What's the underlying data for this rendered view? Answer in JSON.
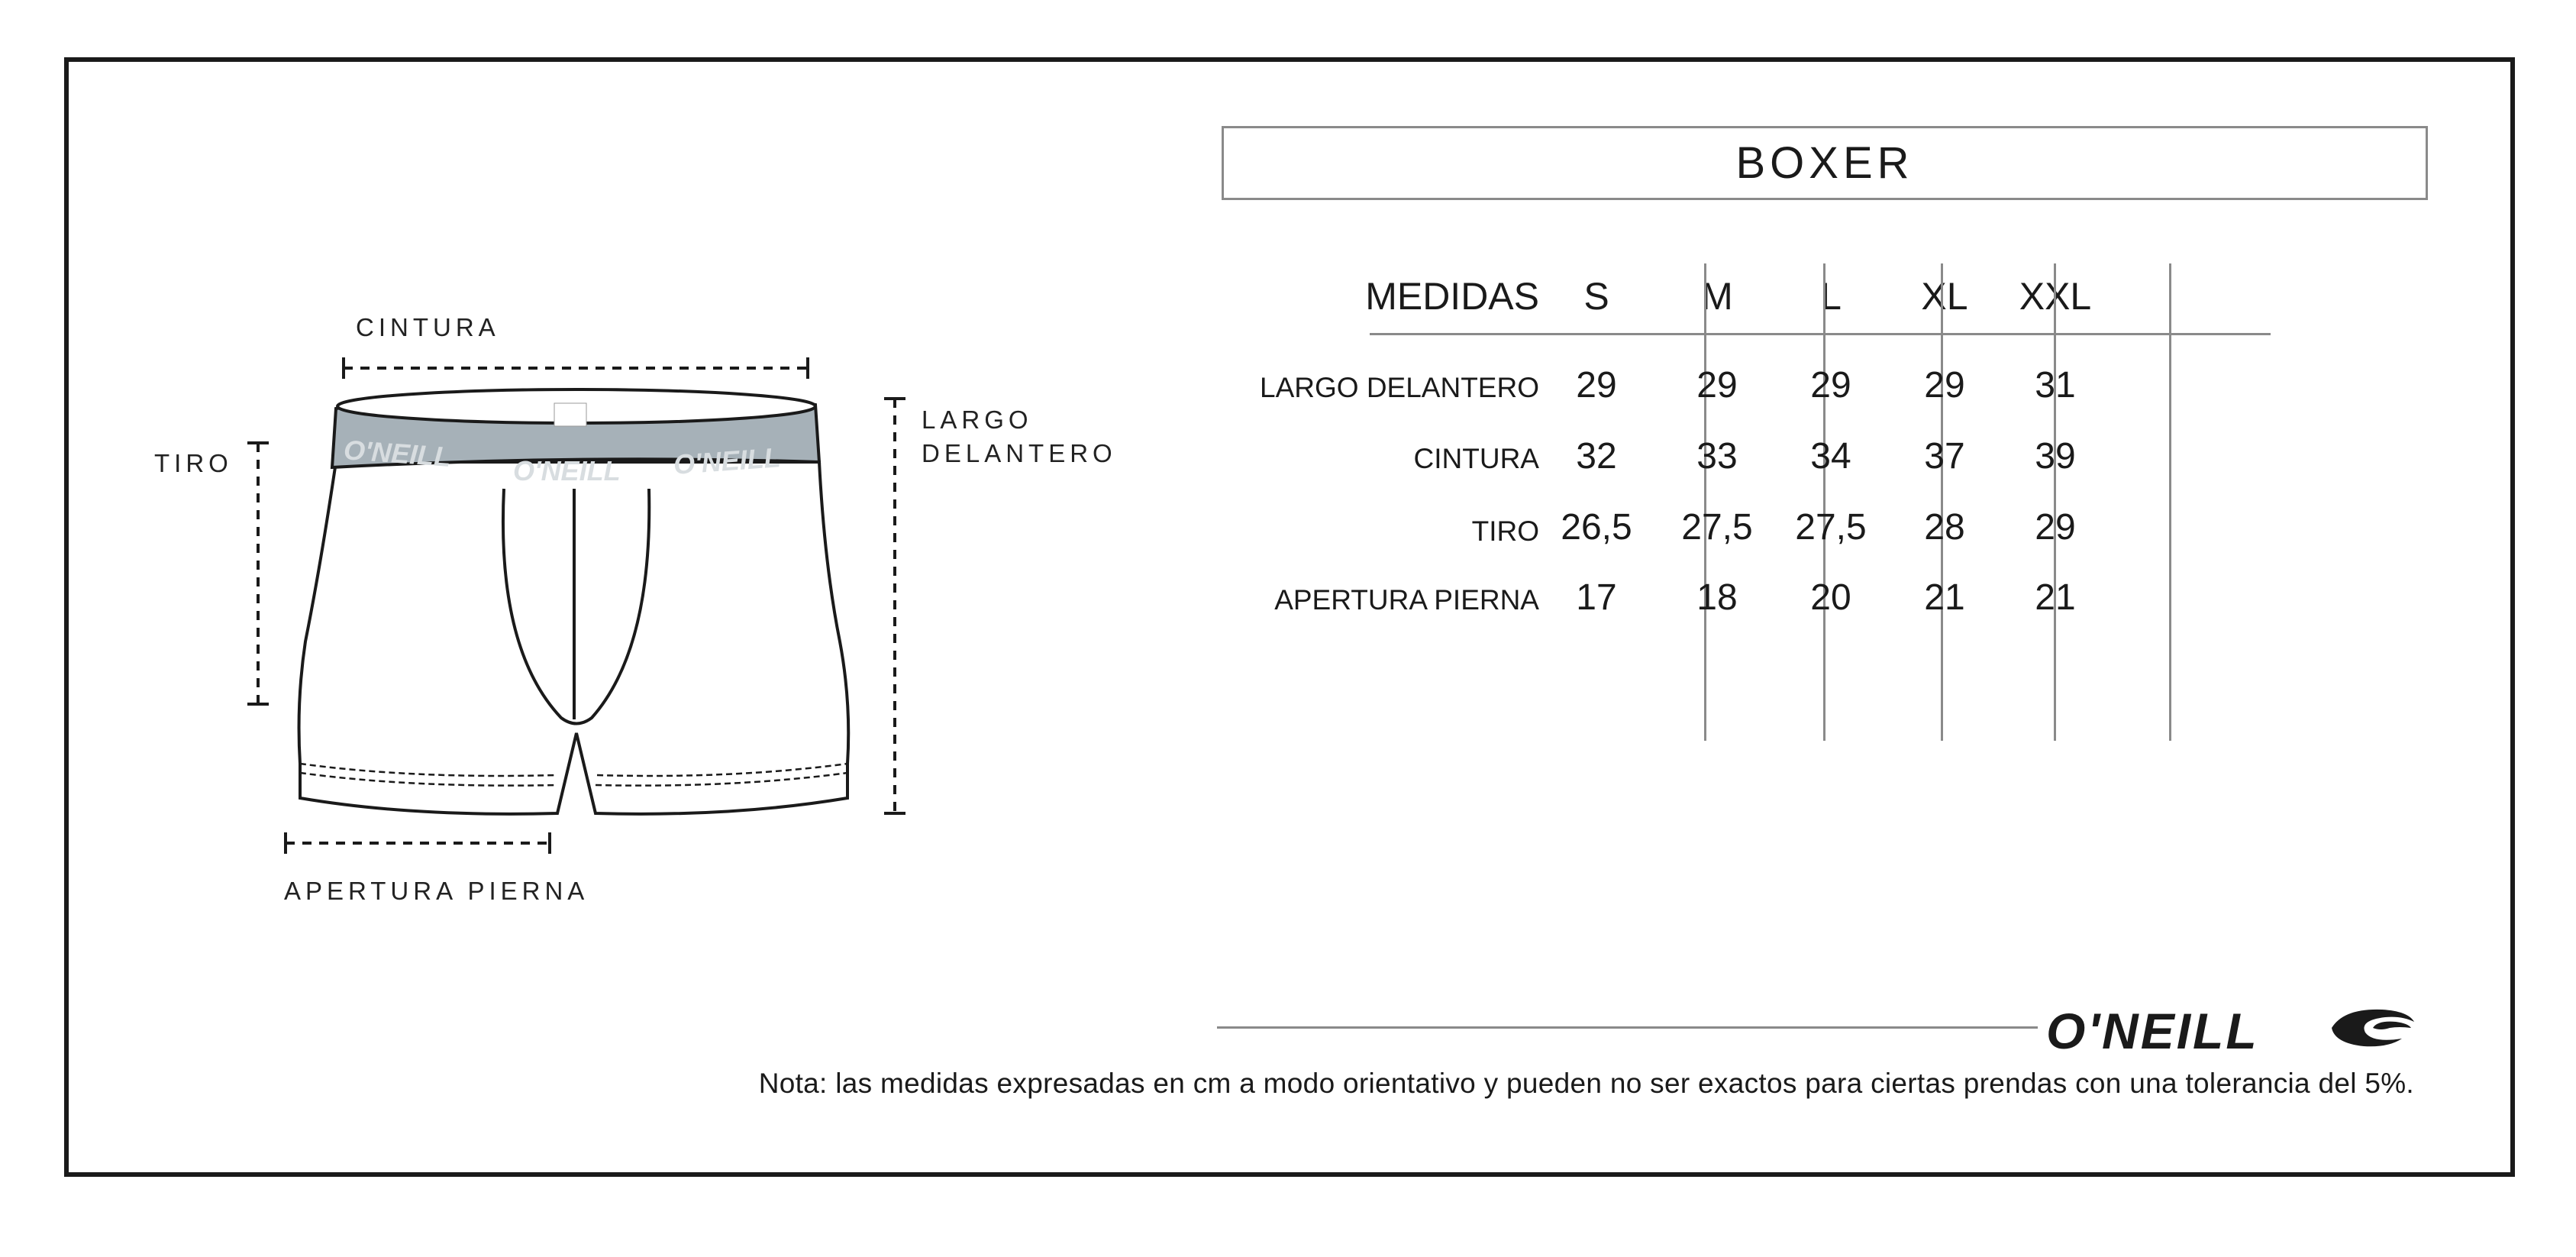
{
  "title": "BOXER",
  "diagram": {
    "labels": {
      "cintura": "CINTURA",
      "tiro": "TIRO",
      "largo_line1": "LARGO",
      "largo_line2": "DELANTERO",
      "apertura": "APERTURA PIERNA"
    },
    "waistband_brand": "O'NEILL",
    "colors": {
      "waistband": "#a6b1b8",
      "outline": "#1a1a1a"
    }
  },
  "table": {
    "header_label": "MEDIDAS",
    "sizes": [
      "S",
      "M",
      "L",
      "XL",
      "XXL"
    ],
    "rows": [
      {
        "label": "LARGO DELANTERO",
        "values": [
          "29",
          "29",
          "29",
          "29",
          "31"
        ]
      },
      {
        "label": "CINTURA",
        "values": [
          "32",
          "33",
          "34",
          "37",
          "39"
        ]
      },
      {
        "label": "TIRO",
        "values": [
          "26,5",
          "27,5",
          "27,5",
          "28",
          "29"
        ]
      },
      {
        "label": "APERTURA PIERNA",
        "values": [
          "17",
          "18",
          "20",
          "21",
          "21"
        ]
      }
    ]
  },
  "footer": {
    "brand": "O'NEILL",
    "logo_icon": "wave-logo-icon",
    "note": "Nota: las medidas expresadas en cm a modo orientativo y pueden no ser exactos para ciertas prendas con una tolerancia del 5%."
  }
}
